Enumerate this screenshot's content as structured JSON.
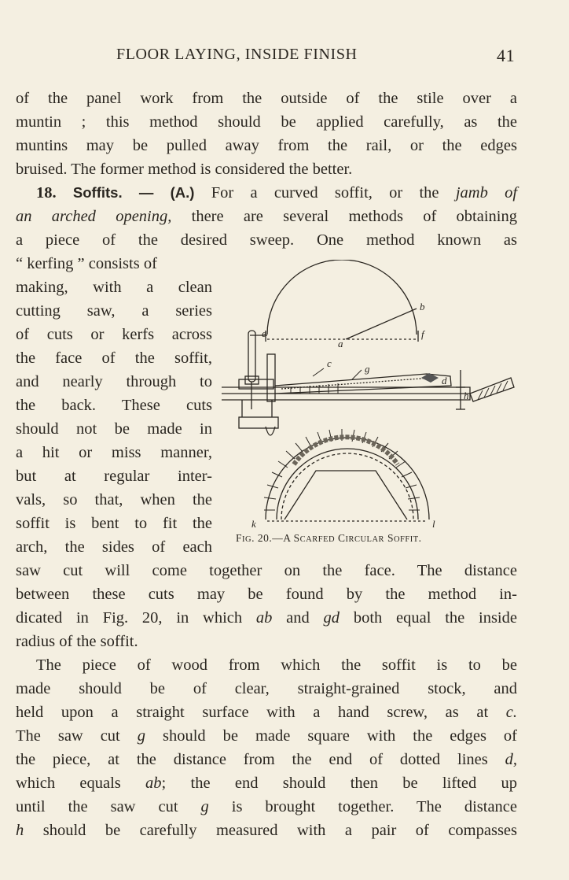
{
  "header": {
    "title": "FLOOR LAYING, INSIDE FINISH",
    "page_number": "41"
  },
  "para1": {
    "l1": "of the panel work from the outside of the stile over a",
    "l2": "muntin ; this method should be applied carefully, as the",
    "l3": "muntins may be pulled away from the rail, or the edges",
    "l4": "bruised. The former method is considered the better."
  },
  "section": {
    "number": "18.",
    "heading": "Soffits. — (A.)",
    "l1_rest": " For a curved soffit, or the ",
    "l1_italic": "jamb of",
    "l2_italic": "an arched opening,",
    "l2_rest": " there are several methods of obtaining",
    "l3": "a piece of the desired sweep. One method known as",
    "l4": "“ kerfing ” consists of",
    "l5": "making, with a clean",
    "l6": "cutting saw, a series",
    "l7": "of cuts or kerfs across",
    "l8": "the face of the soffit,",
    "l9": "and nearly through to",
    "l10": "the back. These cuts",
    "l11": "should not be made in",
    "l12": "a hit or miss manner,",
    "l13": "but at regular inter-",
    "l14": "vals, so that, when the",
    "l15": "soffit is bent to fit the",
    "l16": "arch, the sides of each",
    "l17": "saw cut will come together on the face. The distance",
    "l18": "between these cuts may be found by the method in-",
    "l19a": "dicated in Fig. 20, in which ",
    "l19b": "ab",
    "l19c": " and ",
    "l19d": "gd",
    "l19e": " both equal the inside",
    "l20": "radius of the soffit."
  },
  "para3": {
    "l1": "The piece of wood from which the soffit is to be",
    "l2": "made should be of clear, straight-grained stock, and",
    "l3a": "held upon a straight surface with a hand screw, as at ",
    "l3b": "c.",
    "l4a": "The saw cut ",
    "l4b": "g",
    "l4c": " should be made square with the edges of",
    "l5a": "the piece, at the distance from the end of dotted lines ",
    "l5b": "d,",
    "l6a": "which equals ",
    "l6b": "ab",
    "l6c": "; the end should then be lifted up",
    "l7a": "until the saw cut ",
    "l7b": "g",
    "l7c": " is brought together. The distance",
    "l8a": "h",
    "l8b": " should be carefully measured with a pair of compasses"
  },
  "figure": {
    "caption_prefix": "F",
    "caption_prefix_sc": "IG",
    "caption_num": ". 20.—A ",
    "caption_w1": "S",
    "caption_w1_sc": "CARFED",
    "caption_w2": " C",
    "caption_w2_sc": "IRCULAR",
    "caption_w3": " S",
    "caption_w3_sc": "OFFIT",
    "caption_end": ".",
    "labels": {
      "a": "a",
      "b": "b",
      "c": "c",
      "d": "d",
      "e": "e",
      "f": "f",
      "g": "g",
      "h": "h",
      "k": "k",
      "l": "l"
    }
  }
}
